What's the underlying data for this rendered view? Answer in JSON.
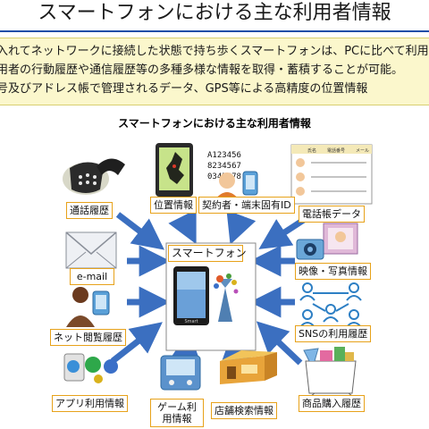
{
  "page": {
    "title": "スマートフォンにおける主な利用者情報",
    "intro_lines": [
      "入れてネットワークに接続した状態で持ち歩くスマートフォンは、PCに比べて利用者",
      "用者の行動履歴や通信履歴等の多種多様な情報を取得・蓄積することが可能。",
      "号及びアドレス帳で管理されるデータ、GPS等による高精度の位置情報"
    ]
  },
  "diagram": {
    "title": "スマートフォンにおける主な利用者情報",
    "center_label": "スマートフォン",
    "phone_brand": "Smart",
    "id_numbers": [
      "A123456",
      "8234567",
      "0345678"
    ],
    "contact_card_headers": [
      "氏名",
      "電話番号",
      "メール"
    ],
    "nodes": [
      {
        "label": "通話履歴",
        "icon": "telephone-icon"
      },
      {
        "label": "位置情報",
        "icon": "map-phone-icon"
      },
      {
        "label": "契約者・端末固有ID",
        "icon": "id-card-icon"
      },
      {
        "label": "電話帳データ",
        "icon": "phonebook-icon"
      },
      {
        "label": "e-mail",
        "icon": "envelope-icon"
      },
      {
        "label": "映像・写真情報",
        "icon": "camera-icon"
      },
      {
        "label": "ネット閲覧履歴",
        "icon": "browsing-person-icon"
      },
      {
        "label": "SNSの利用履歴",
        "icon": "social-network-icon"
      },
      {
        "label": "アプリ利用情報",
        "icon": "apps-icon"
      },
      {
        "label": "ゲーム利用情報",
        "icon": "game-icon"
      },
      {
        "label": "店舗検索情報",
        "icon": "store-icon"
      },
      {
        "label": "商品購入履歴",
        "icon": "shopping-icon"
      }
    ]
  },
  "colors": {
    "title_rule": "#1f4fa8",
    "intro_bg": "#fbf7cc",
    "label_border": "#e7a21a",
    "arrow": "#3b6fc0"
  }
}
